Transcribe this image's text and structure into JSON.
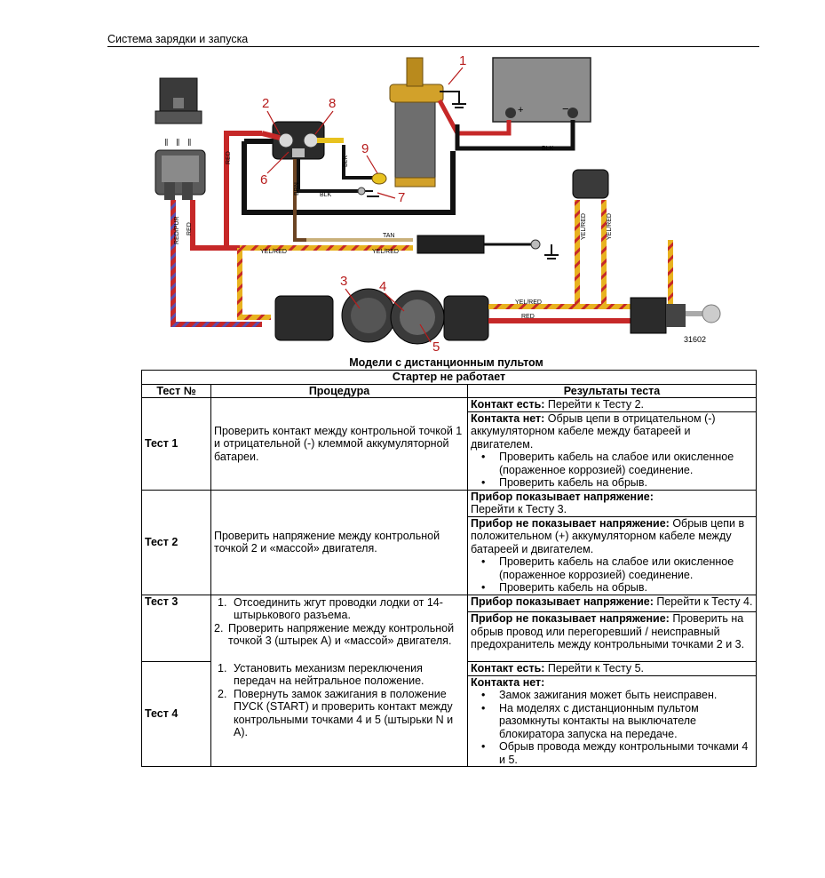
{
  "header": {
    "title": "Система зарядки и запуска"
  },
  "diagram": {
    "callouts": [
      "1",
      "2",
      "3",
      "4",
      "5",
      "6",
      "7",
      "8",
      "9"
    ],
    "wire_labels": {
      "red": "RED",
      "red_pur": "RED/PUR",
      "red2": "RED",
      "blk_top": "BLK",
      "blk_mid": "BLK",
      "blk_low": "BLK",
      "brn": "BRN",
      "tan": "TAN",
      "yel_red_a": "YEL/RED",
      "yel_red_b": "YEL/RED",
      "yel_red_c": "YEL/RED",
      "yel_red_d": "YEL/RED",
      "yel_red_e": "YEL/RED",
      "red_bottom": "RED"
    },
    "battery_pos": "+",
    "battery_neg": "−",
    "figure_number": "31602"
  },
  "caption": "Модели с дистанционным пультом",
  "table": {
    "subtitle": "Стартер не работает",
    "headers": [
      "Тест №",
      "Процедура",
      "Результаты теста"
    ],
    "test1": {
      "name": "Тест 1",
      "procedure": "Проверить контакт между контрольной точкой 1 и отрицательной (-) клеммой аккумуляторной батареи.",
      "r1_bold": "Контакт есть:",
      "r1_text": " Перейти к Тесту 2.",
      "r2_bold": "Контакта нет:",
      "r2_text": " Обрыв цепи в отрицательном (-) аккумуляторном кабеле между батареей и двигателем.",
      "r2_bullets": [
        "Проверить кабель на слабое или окисленное (пораженное коррозией) соединение.",
        "Проверить кабель на обрыв."
      ]
    },
    "test2": {
      "name": "Тест 2",
      "procedure": "Проверить напряжение между контрольной точкой 2 и «массой» двигателя.",
      "r1_bold": "Прибор показывает напряжение:",
      "r1_text": "Перейти к Тесту 3.",
      "r2_bold": "Прибор не показывает напряжение:",
      "r2_text": " Обрыв цепи в положительном  (+) аккумуляторном кабеле между батареей и двигателем.",
      "r2_bullets": [
        "Проверить кабель на слабое или окисленное (пораженное коррозией) соединение.",
        "Проверить кабель на обрыв."
      ]
    },
    "test3": {
      "name": "Тест 3",
      "steps": [
        {
          "num": "1.",
          "text": "Отсоединить жгут проводки лодки от 14-штырькового разъема."
        },
        {
          "num": "2.",
          "text": "Проверить напряжение между контрольной точкой 3 (штырек A) и «массой» двигателя."
        }
      ],
      "r1_bold": "Прибор показывает напряжение:",
      "r1_text": " Перейти к Тесту 4.",
      "r2_bold": "Прибор не показывает напряжение:",
      "r2_text": " Проверить на обрыв провод или перегоревший / неисправный предохранитель между контрольными точками 2 и 3."
    },
    "test4": {
      "name": "Тест 4",
      "steps": [
        {
          "num": "1.",
          "text": "Установить механизм переключения передач на нейтральное положение."
        },
        {
          "num": "2.",
          "text": "Повернуть замок зажигания в положение ПУСК (START) и проверить контакт между контрольными точками 4 и 5 (штырьки N и A)."
        }
      ],
      "r1_bold": "Контакт есть:",
      "r1_text": " Перейти к Тесту 5.",
      "r2_bold": "Контакта нет:",
      "r2_bullets": [
        "Замок зажигания может быть неисправен.",
        "На моделях с дистанционным пультом разомкнуты контакты на выключателе блокиратора запуска на передаче.",
        "Обрыв провода между контрольными точками 4 и 5."
      ]
    }
  }
}
